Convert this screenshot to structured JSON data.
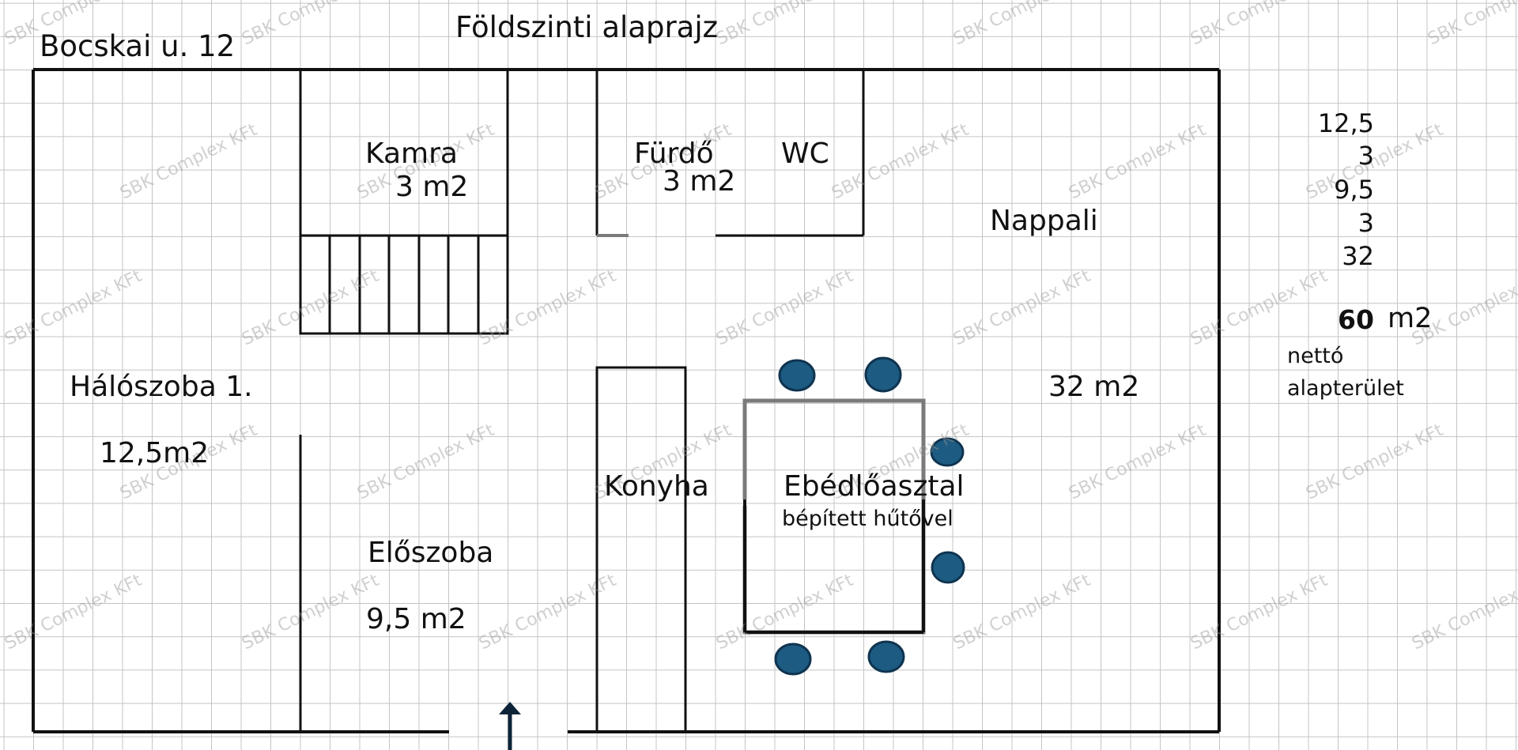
{
  "header": {
    "address": "Bocskai u. 12",
    "plan_title": "Földszinti alaprajz"
  },
  "rooms": {
    "kamra": {
      "name": "Kamra",
      "area": "3 m2"
    },
    "furdo": {
      "name": "Fürdő",
      "area": "3 m2"
    },
    "wc": {
      "name": "WC"
    },
    "nappali": {
      "name": "Nappali",
      "area": "32 m2"
    },
    "haloszoba": {
      "name": "Hálószoba 1.",
      "area": "12,5m2"
    },
    "konyha": {
      "name": "Konyha"
    },
    "eloszoba": {
      "name": "Előszoba",
      "area": "9,5 m2"
    },
    "dining": {
      "name": "Ebédlőasztal",
      "note": "bépített hűtővel"
    }
  },
  "summary": {
    "values": [
      "12,5",
      "3",
      "9,5",
      "3",
      "32"
    ],
    "total": "60",
    "total_unit": "m2",
    "caption_line1": "nettó",
    "caption_line2": "alapterület"
  },
  "watermark": "SBK Complex KFt",
  "colors": {
    "wall": "#111111",
    "inner_wall": "#7a7a7a",
    "chair": "#1d5b82",
    "grid": "#c4c4c4",
    "watermark": "#969696"
  },
  "icons": [
    "entrance-arrow-icon"
  ]
}
